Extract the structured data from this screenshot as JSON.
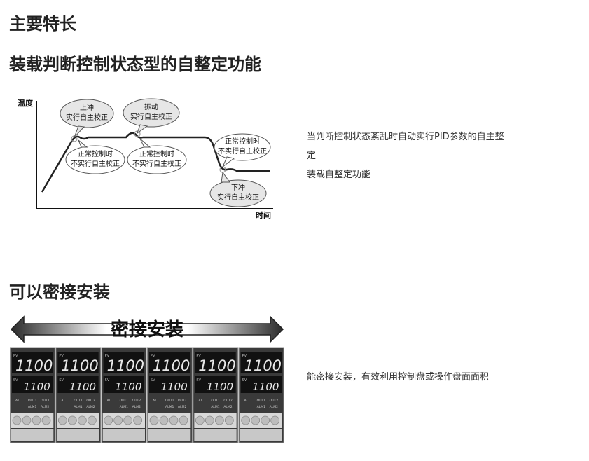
{
  "page": {
    "title": "主要特长",
    "section1": {
      "heading": "装载判断控制状态型的自整定功能",
      "desc_line1": "当判断控制状态紊乱时自动实行PID参数的自主整",
      "desc_line2": "定",
      "desc_line3": "装载自整定功能",
      "chart": {
        "y_axis_label": "温度",
        "x_axis_label": "时间",
        "bubble_top_left_1": "上冲",
        "bubble_top_left_2": "实行自主校正",
        "bubble_top_mid_1": "振动",
        "bubble_top_mid_2": "实行自主校正",
        "bubble_low_left_1": "正常控制时",
        "bubble_low_left_2": "不实行自主校正",
        "bubble_low_mid_1": "正常控制时",
        "bubble_low_mid_2": "不实行自主校正",
        "bubble_right_up_1": "正常控制时",
        "bubble_right_up_2": "不实行自主校正",
        "bubble_right_low_1": "下冲",
        "bubble_right_low_2": "实行自主校正"
      }
    },
    "section2": {
      "heading": "可以密接安装",
      "desc": "能密接安装，有效利用控制盘或操作盘面面积",
      "banner": "密接安装",
      "controllers": [
        {
          "pv": "1100",
          "sv": "1100",
          "pv_label": "PV",
          "sv_label": "SV",
          "ind1": "AT",
          "ind2": "OUT1",
          "ind3": "OUT2",
          "ind4": "ALM1",
          "ind5": "ALM2"
        },
        {
          "pv": "1100",
          "sv": "1100",
          "pv_label": "PV",
          "sv_label": "SV",
          "ind1": "AT",
          "ind2": "OUT1",
          "ind3": "OUT2",
          "ind4": "ALM1",
          "ind5": "ALM2"
        },
        {
          "pv": "1100",
          "sv": "1100",
          "pv_label": "PV",
          "sv_label": "SV",
          "ind1": "AT",
          "ind2": "OUT1",
          "ind3": "OUT2",
          "ind4": "ALM1",
          "ind5": "ALM2"
        },
        {
          "pv": "1100",
          "sv": "1100",
          "pv_label": "PV",
          "sv_label": "SV",
          "ind1": "AT",
          "ind2": "OUT1",
          "ind3": "OUT2",
          "ind4": "ALM1",
          "ind5": "ALM2"
        },
        {
          "pv": "1100",
          "sv": "1100",
          "pv_label": "PV",
          "sv_label": "SV",
          "ind1": "AT",
          "ind2": "OUT1",
          "ind3": "OUT2",
          "ind4": "ALM1",
          "ind5": "ALM2"
        },
        {
          "pv": "1100",
          "sv": "1100",
          "pv_label": "PV",
          "sv_label": "SV",
          "ind1": "AT",
          "ind2": "OUT1",
          "ind3": "OUT2",
          "ind4": "ALM1",
          "ind5": "ALM2"
        }
      ]
    }
  },
  "colors": {
    "heading": "#222222",
    "text": "#333333",
    "bubble_fill": "#e6e6e6",
    "curve": "#222222",
    "panel_bg": "#3a3a3a",
    "display_bg": "#111111",
    "led": "#e8e8e8"
  }
}
